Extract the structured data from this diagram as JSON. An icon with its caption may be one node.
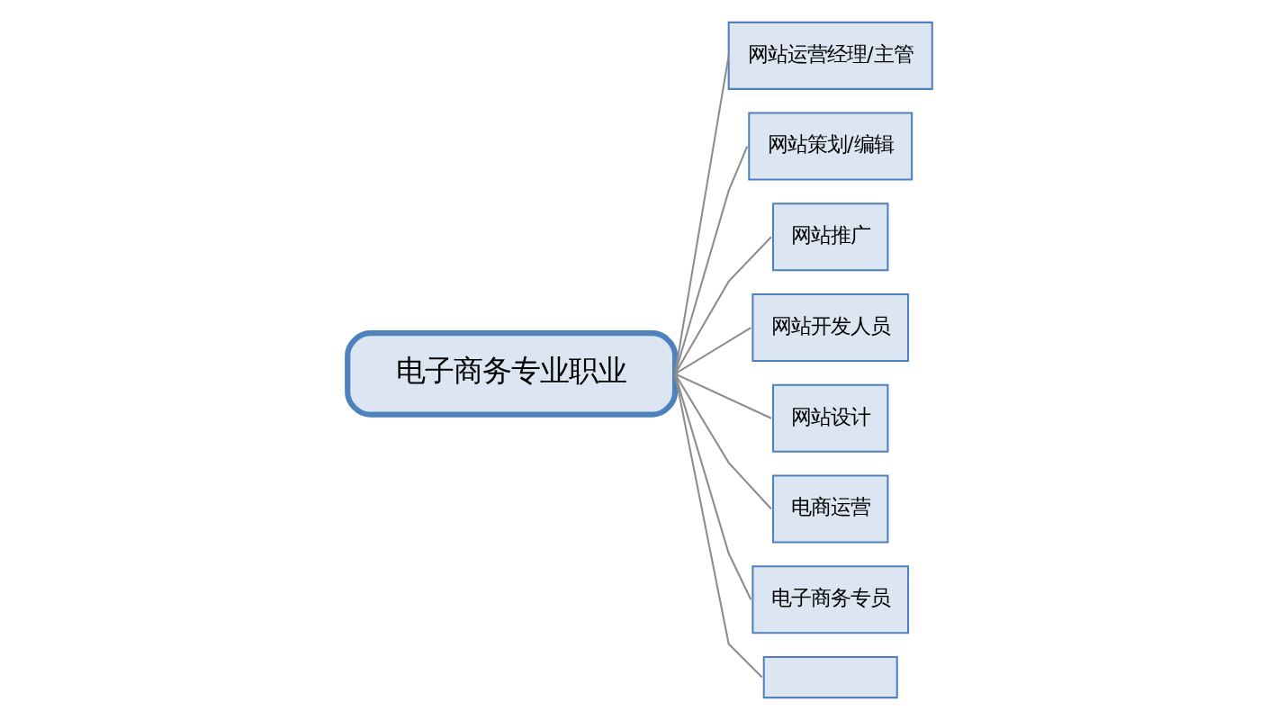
{
  "diagram": {
    "nodes": [
      {
        "text": [
          "电子商务专业职业"
        ]
      },
      {
        "text": [
          "网站运营经理/主管"
        ]
      },
      {
        "text": [
          "网站策划/编辑"
        ]
      },
      {
        "text": [
          "网站推广"
        ]
      },
      {
        "text": [
          "网站开发人员"
        ]
      },
      {
        "text": [
          "网站设计"
        ]
      },
      {
        "text": [
          "电商运营"
        ]
      },
      {
        "text": [
          "电子商务专员"
        ]
      },
      {
        "text": [],
        "shape": "box"
      }
    ],
    "edges": [
      {
        "from": 0,
        "to": 1,
        "arrow": "none"
      },
      {
        "from": 0,
        "to": 2,
        "arrow": "none"
      },
      {
        "from": 0,
        "to": 3,
        "arrow": "none"
      },
      {
        "from": 0,
        "to": 4,
        "arrow": "none"
      },
      {
        "from": 0,
        "to": 5,
        "arrow": "none"
      },
      {
        "from": 0,
        "to": 6,
        "arrow": "none"
      },
      {
        "from": 0,
        "to": 7,
        "arrow": "none"
      },
      {
        "from": 0,
        "to": 8,
        "arrow": "none"
      }
    ]
  }
}
